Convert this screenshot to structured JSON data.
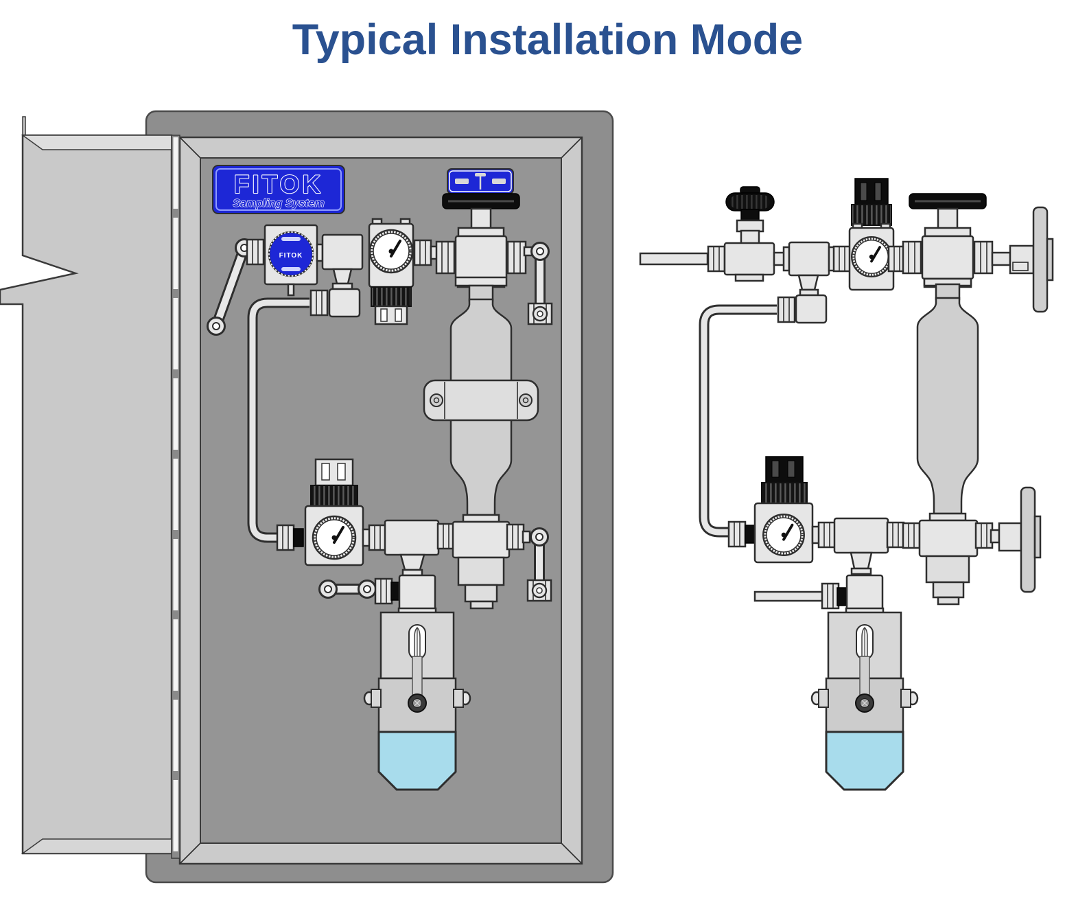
{
  "title": "Typical Installation Mode",
  "enclosure": {
    "brand_plate": {
      "brand": "FITOK",
      "subtitle": "Sampling System"
    },
    "filter_badge": {
      "brand": "FITOK"
    },
    "valve_plate_icon": "flow-direction-indicator-plate"
  },
  "colors": {
    "title_text": "#2A5190",
    "plate_blue": "#1D27D6",
    "back_panel_gray": "#959595",
    "door_frame_gray": "#CACACA",
    "enclosure_shell_gray": "#8E8E8E",
    "fitting_gray": "#E6E6E6",
    "handle_black": "#0D0D0D",
    "sample_bottle_blue": "#A8DCEC"
  }
}
